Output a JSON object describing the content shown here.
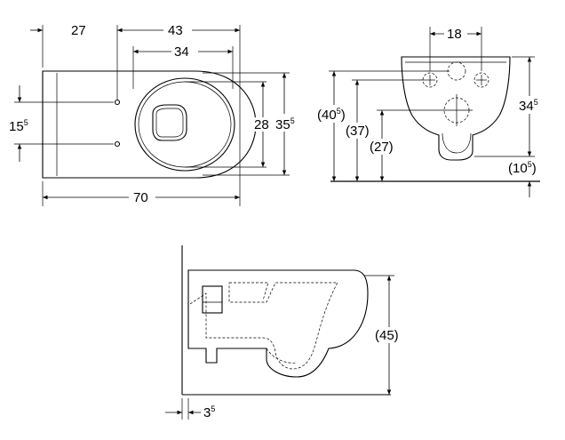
{
  "top_view": {
    "dims": {
      "offset_27": "27",
      "length_43": "43",
      "length_34": "34",
      "height_15": "15",
      "height_15_sup": "5",
      "width_28": "28",
      "width_35": "35",
      "width_35_sup": "5",
      "length_70": "70"
    }
  },
  "front_view": {
    "dims": {
      "spacing_18": "18",
      "height_40_open": "(40",
      "height_40_sup": "5",
      "height_40_close": ")",
      "height_37": "(37)",
      "height_27": "(27)",
      "height_34": "34",
      "height_34_sup": "5",
      "height_10_open": "(10",
      "height_10_sup": "5",
      "height_10_close": ")"
    }
  },
  "side_view": {
    "dims": {
      "height_45": "(45)",
      "offset_3": "3",
      "offset_3_sup": "5"
    }
  }
}
